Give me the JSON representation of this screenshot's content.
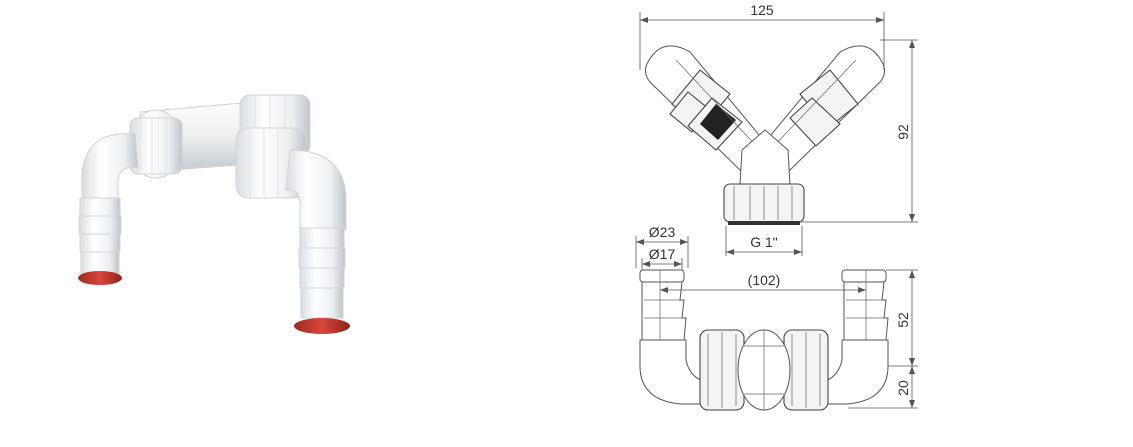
{
  "labels": {
    "width_125": "125",
    "height_92": "92",
    "thread": "G 1\"",
    "dia_23": "Ø23",
    "dia_17": "Ø17",
    "spacing_102": "(102)",
    "height_52": "52",
    "height_20": "20"
  },
  "colors": {
    "background": "#ffffff",
    "plastic_white": "#f2f2f2",
    "plastic_shade": "#c8cdd2",
    "seal_red": "#c0392b",
    "line": "#444444"
  }
}
